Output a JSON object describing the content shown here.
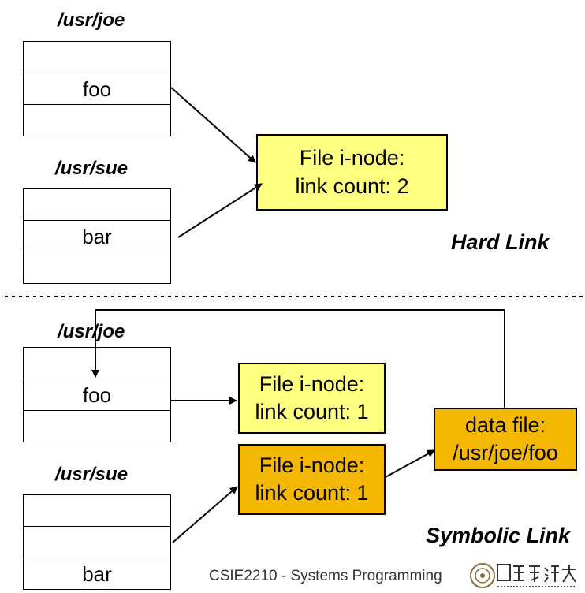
{
  "hard_link": {
    "title": "Hard Link",
    "dir1": {
      "path": "/usr/joe",
      "entry": "foo"
    },
    "dir2": {
      "path": "/usr/sue",
      "entry": "bar"
    },
    "inode": {
      "line1": "File i-node:",
      "line2": "link count: 2"
    }
  },
  "symbolic_link": {
    "title": "Symbolic Link",
    "dir1": {
      "path": "/usr/joe",
      "entry": "foo"
    },
    "dir2": {
      "path": "/usr/sue",
      "entry": "bar"
    },
    "inode1": {
      "line1": "File i-node:",
      "line2": "link count: 1"
    },
    "inode2": {
      "line1": "File i-node:",
      "line2": "link count: 1"
    },
    "datafile": {
      "line1": "data file:",
      "line2": "/usr/joe/foo"
    }
  },
  "footer": {
    "course": "CSIE2210 - Systems Programming"
  },
  "colors": {
    "light_yellow": "#ffff80",
    "orange": "#f5b800"
  }
}
